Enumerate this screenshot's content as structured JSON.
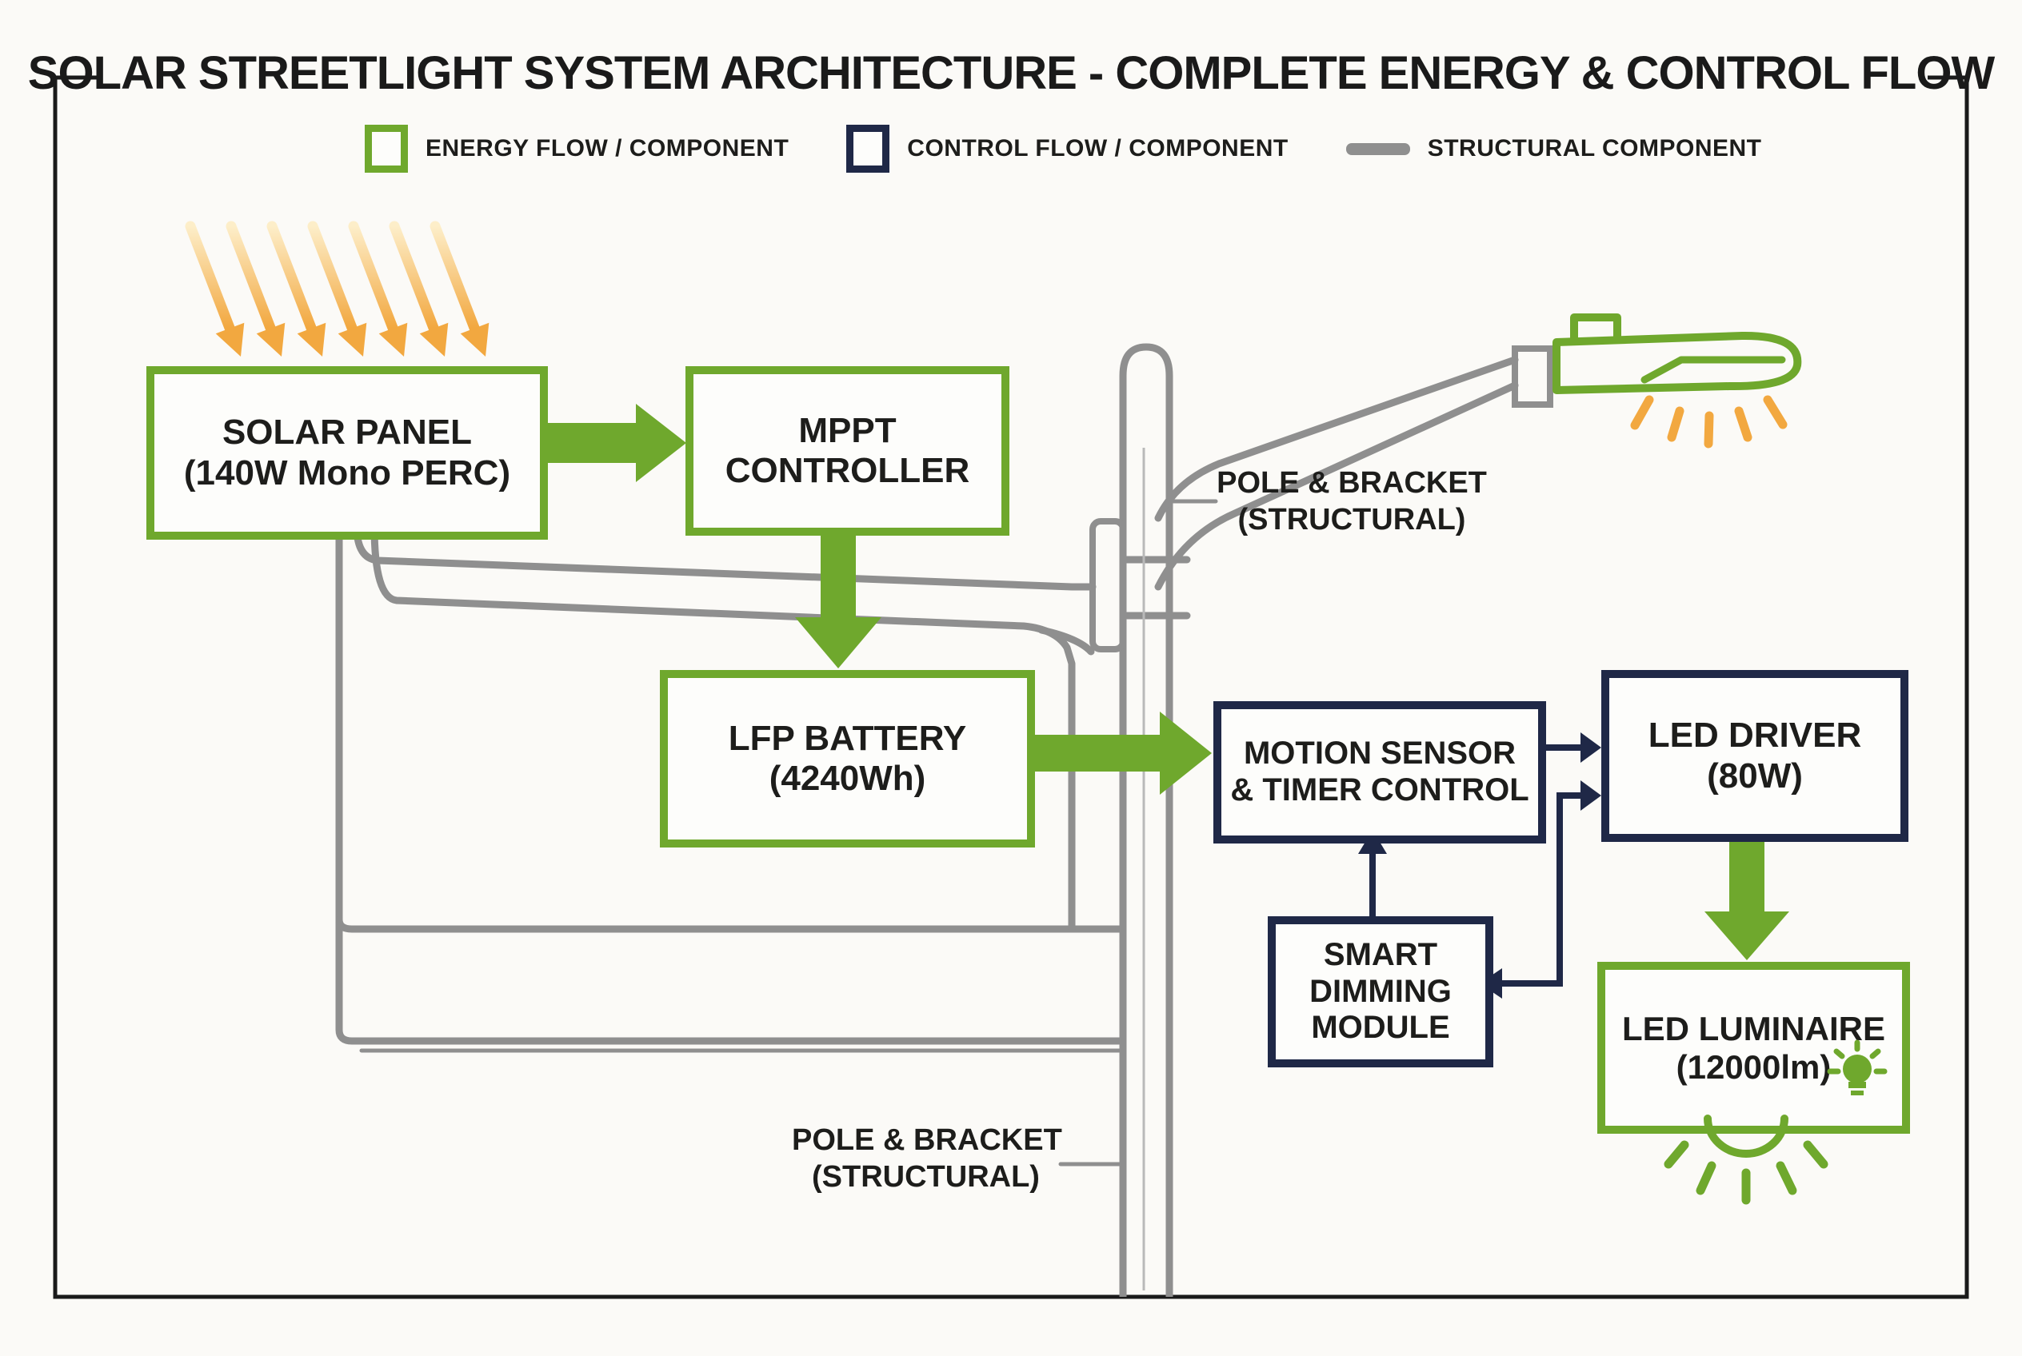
{
  "title": "SOLAR STREETLIGHT SYSTEM ARCHITECTURE - COMPLETE ENERGY & CONTROL FLOW",
  "colors": {
    "energy_green": "#6fa82d",
    "control_navy": "#1f2847",
    "structural_gray": "#8f8f8f",
    "sun_orange": "#f2a840",
    "sun_light_yellow": "#fdeec9",
    "text_ink": "#1d1d1b",
    "frame_black": "#1a1a1a",
    "background": "#fbfaf7"
  },
  "legend": {
    "items": [
      {
        "label": "ENERGY FLOW / COMPONENT",
        "swatch": "green-box"
      },
      {
        "label": "CONTROL FLOW / COMPONENT",
        "swatch": "navy-box"
      },
      {
        "label": "STRUCTURAL COMPONENT",
        "swatch": "gray-line"
      }
    ]
  },
  "nodes": {
    "solar_panel": {
      "lines": [
        "SOLAR PANEL",
        "(140W Mono PERC)"
      ]
    },
    "mppt": {
      "lines": [
        "MPPT",
        "CONTROLLER"
      ]
    },
    "battery": {
      "lines": [
        "LFP BATTERY",
        "(4240Wh)"
      ]
    },
    "motion_sensor": {
      "lines": [
        "MOTION SENSOR",
        "& TIMER CONTROL"
      ]
    },
    "led_driver": {
      "lines": [
        "LED DRIVER",
        "(80W)"
      ]
    },
    "smart_dimming": {
      "lines": [
        "SMART",
        "DIMMING",
        "MODULE"
      ]
    },
    "led_luminaire": {
      "lines": [
        "LED LUMINAIRE",
        "(12000lm)"
      ]
    }
  },
  "annotations": {
    "pole_bracket_top": {
      "lines": [
        "POLE & BRACKET",
        "(STRUCTURAL)"
      ]
    },
    "pole_bracket_bottom": {
      "lines": [
        "POLE & BRACKET",
        "(STRUCTURAL)"
      ]
    }
  },
  "icons": {
    "sun_rays": "sun-rays-icon",
    "streetlight_head": "streetlight-head-icon",
    "head_light_rays": "light-rays-icon",
    "bulb": "lightbulb-icon",
    "luminaire_glow": "glow-rays-icon"
  }
}
